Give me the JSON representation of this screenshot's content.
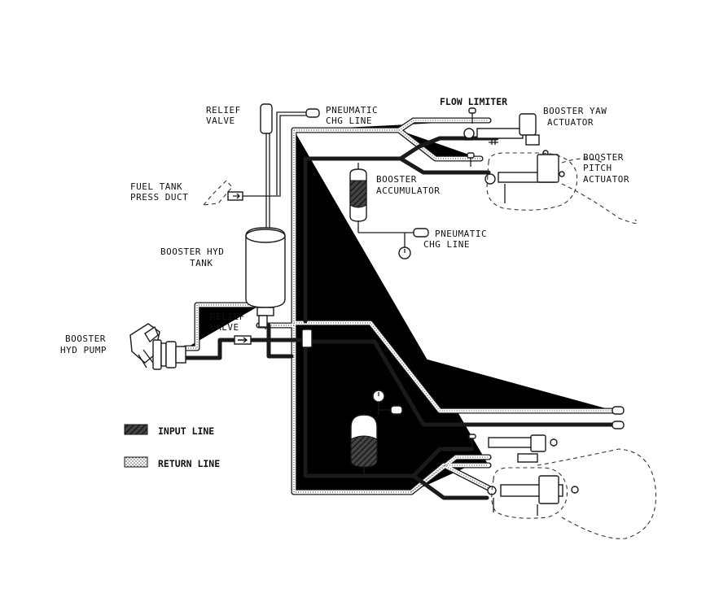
{
  "labels": {
    "relief_valve_top": [
      "RELIEF",
      "VALVE"
    ],
    "pneumatic_chg_top": [
      "PNEUMATIC",
      "CHG LINE"
    ],
    "flow_limiter": "FLOW LIMITER",
    "booster_yaw": [
      "BOOSTER YAW",
      "ACTUATOR"
    ],
    "booster_pitch": [
      "BOOSTER",
      "PITCH",
      "ACTUATOR"
    ],
    "fuel_tank": [
      "FUEL TANK",
      "PRESS DUCT"
    ],
    "booster_accumulator": [
      "BOOSTER",
      "ACCUMULATOR"
    ],
    "pneumatic_chg_mid": [
      "PNEUMATIC",
      "CHG LINE"
    ],
    "booster_hyd_tank": [
      "BOOSTER HYD",
      "TANK"
    ],
    "relief_valve_mid": [
      "RELIEF",
      "VALVE"
    ],
    "booster_hyd_pump": [
      "BOOSTER",
      "HYD PUMP"
    ]
  },
  "legend": {
    "input_line": "INPUT LINE",
    "return_line": "RETURN LINE"
  }
}
